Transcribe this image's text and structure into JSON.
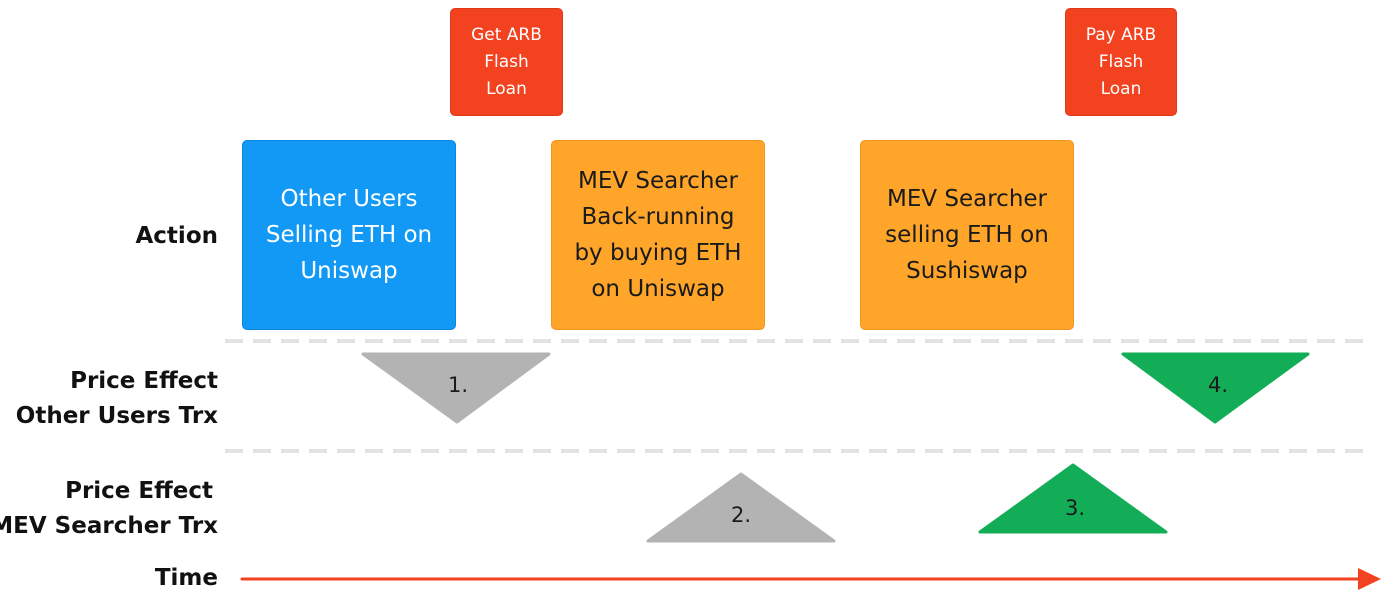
{
  "rows": {
    "action": "Action",
    "price_effect_other": [
      "Price Effect",
      "Other Users Trx"
    ],
    "price_effect_mev": [
      "Price Effect",
      "MEV Searcher Trx"
    ],
    "time": "Time"
  },
  "loans": {
    "get": "Get ARB\nFlash\nLoan",
    "pay": "Pay ARB\nFlash\nLoan"
  },
  "actions": {
    "other_users": "Other Users\nSelling ETH on\nUniswap",
    "mev_backrun": "MEV Searcher\nBack-running\nby buying ETH\non Uniswap",
    "mev_sell": "MEV Searcher\nselling ETH on\nSushiswap"
  },
  "effects": {
    "one": "1.",
    "two": "2.",
    "three": "3.",
    "four": "4."
  },
  "colors": {
    "user_action": "#1199f5",
    "mev_action": "#ffa52a",
    "flash_loan": "#f2421f",
    "effect_user": "#b3b3b3",
    "effect_mev": "#13ad58",
    "time_arrow": "#f2421f",
    "divider": "#e3e3e3"
  }
}
